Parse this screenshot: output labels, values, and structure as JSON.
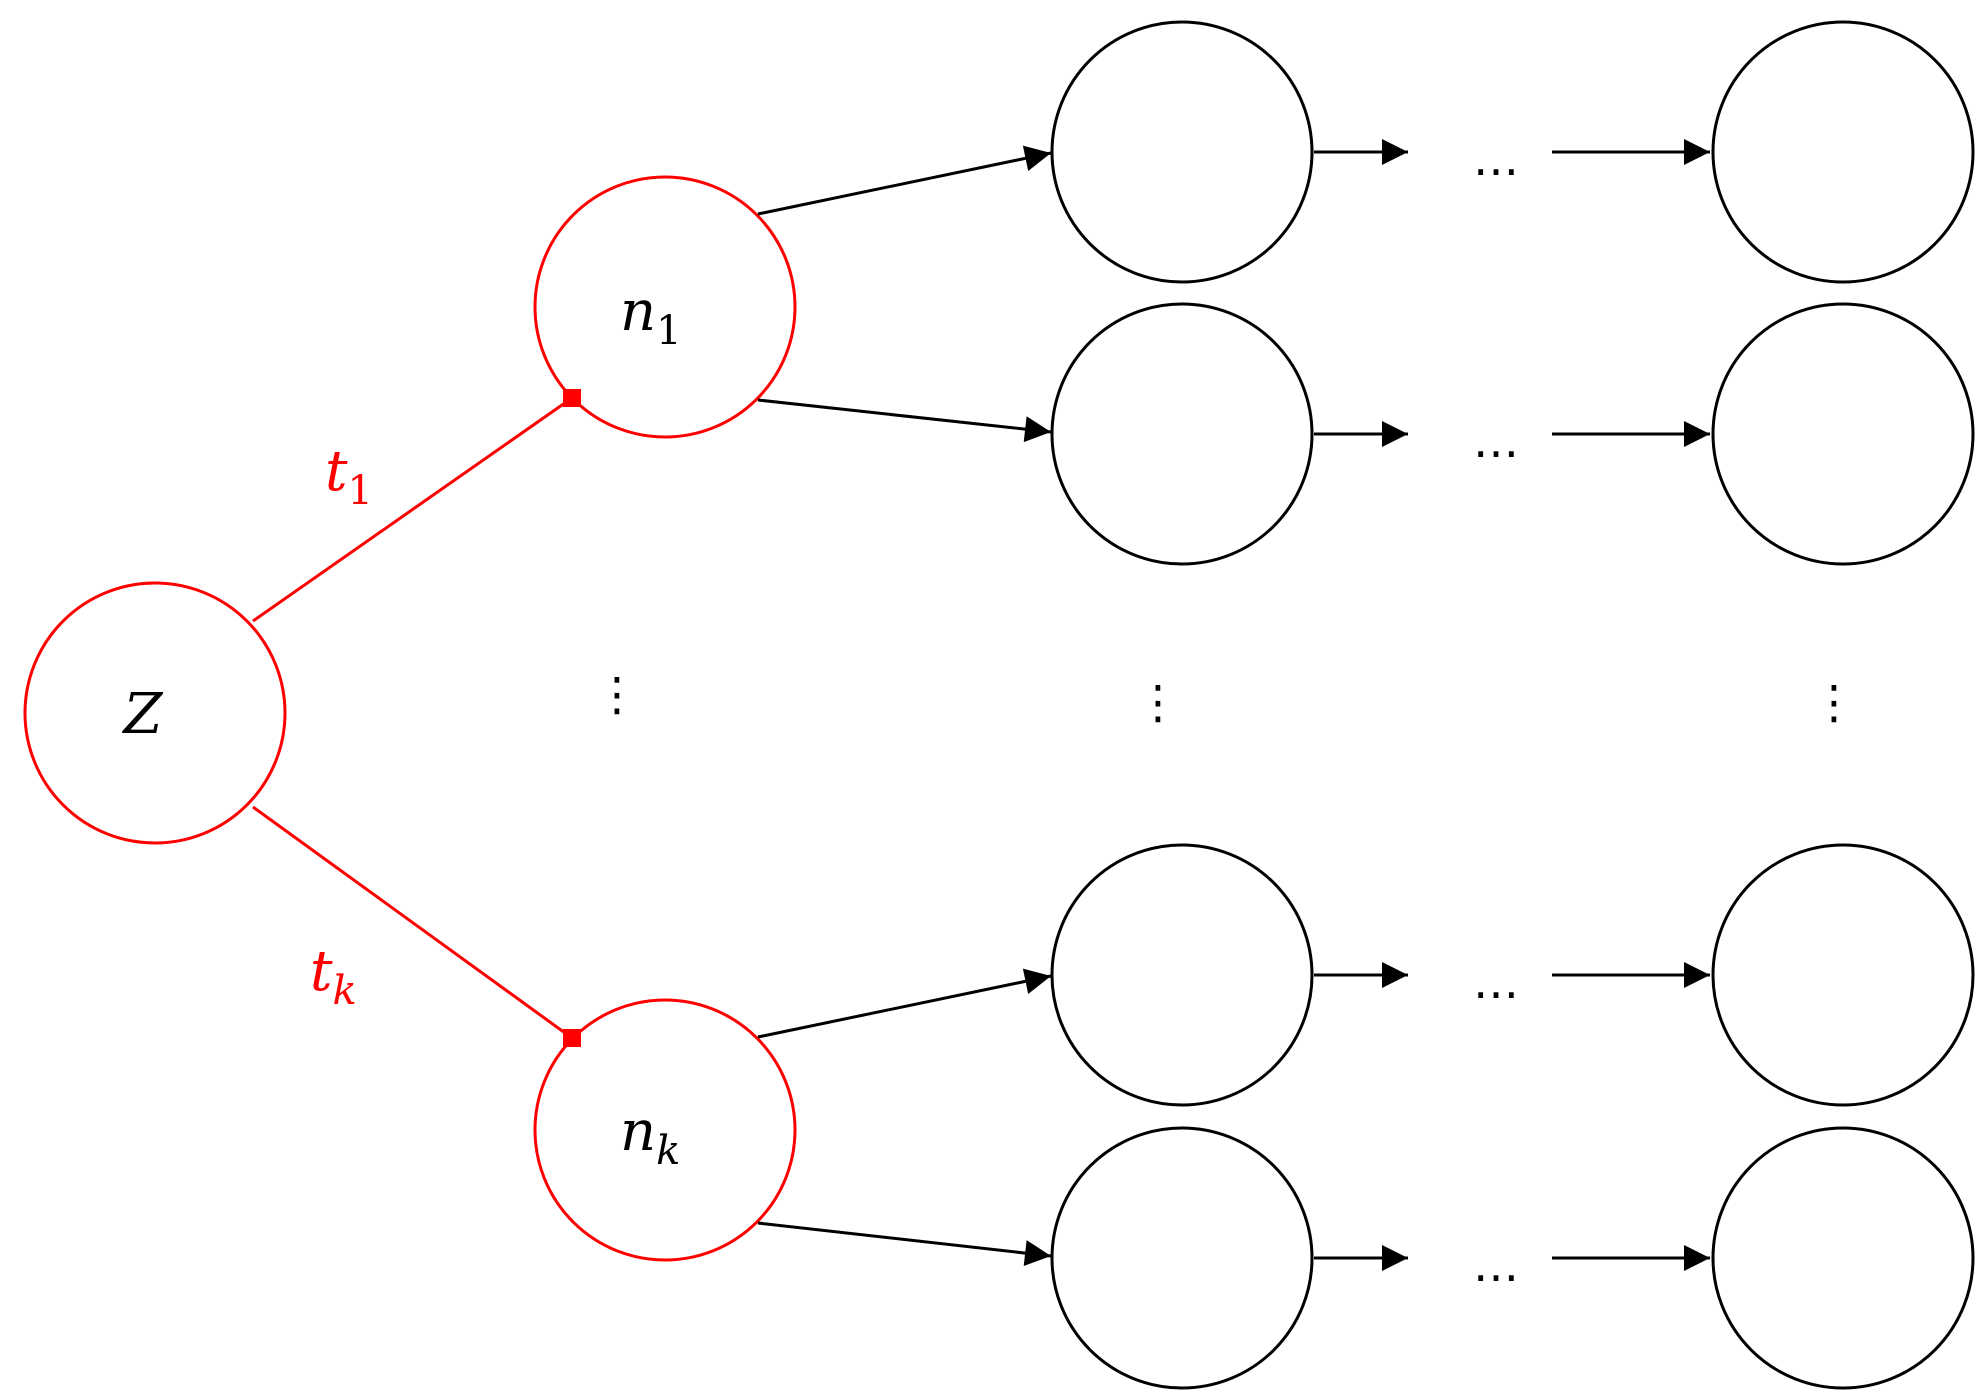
{
  "colors": {
    "highlight": "#ff0000",
    "default": "#000000"
  },
  "root": {
    "label": "Z"
  },
  "branch_nodes": [
    {
      "label": "n",
      "subscript": "1"
    },
    {
      "label": "n",
      "subscript": "k"
    }
  ],
  "edge_labels": [
    {
      "label": "t",
      "subscript": "1"
    },
    {
      "label": "t",
      "subscript": "k"
    }
  ],
  "ellipsis": {
    "horizontal": "…",
    "vertical": "⋮"
  }
}
